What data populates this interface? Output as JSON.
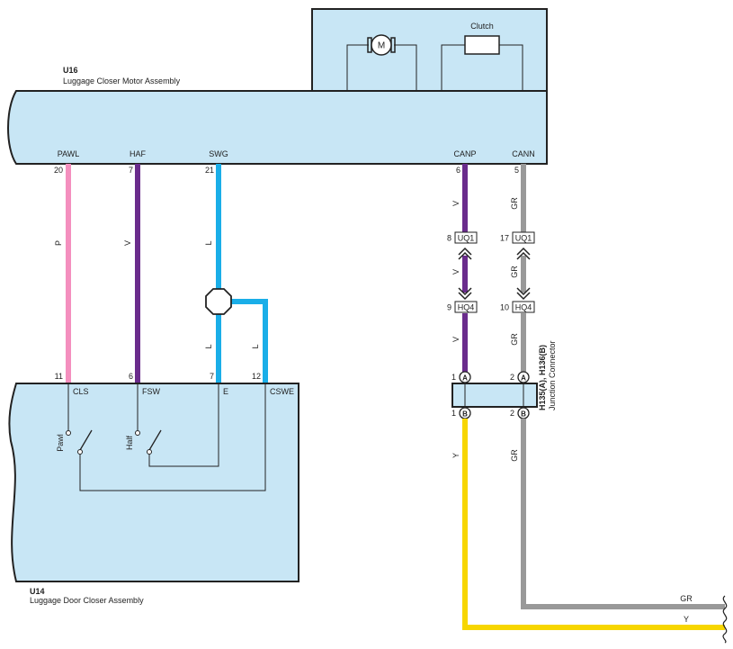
{
  "colors": {
    "fill": "#c8e6f5",
    "outline": "#222222",
    "wire_pink": "#f48fbe",
    "wire_violet": "#6a2c8c",
    "wire_blue": "#1aaee8",
    "wire_gray": "#999999",
    "wire_yellow": "#f7d600"
  },
  "u16": {
    "code": "U16",
    "name": "Luggage Closer Motor Assembly",
    "motor_label": "M",
    "clutch_label": "Clutch",
    "terminals": {
      "pawl": "PAWL",
      "haf": "HAF",
      "swg": "SWG",
      "canp": "CANP",
      "cann": "CANN"
    },
    "pins": {
      "pawl": "20",
      "haf": "7",
      "swg": "21",
      "canp": "6",
      "cann": "5"
    }
  },
  "u14": {
    "code": "U14",
    "name": "Luggage Door Closer Assembly",
    "terminals": {
      "cls": "CLS",
      "fsw": "FSW",
      "e": "E",
      "cswe": "CSWE"
    },
    "pins": {
      "cls": "11",
      "fsw": "6",
      "e": "7",
      "cswe": "12"
    },
    "switch_pawl": "Pawl",
    "switch_half": "Half"
  },
  "wire_colors": {
    "pawl": "P",
    "haf": "V",
    "swg_top": "L",
    "swg_left": "L",
    "swg_right": "L",
    "canp_1": "V",
    "canp_2": "V",
    "canp_3": "V",
    "cann_1": "GR",
    "cann_2": "GR",
    "cann_3": "GR",
    "bottom_y": "Y",
    "bottom_gr": "GR",
    "exit_gr": "GR",
    "exit_y": "Y"
  },
  "connectors": {
    "uq1": "UQ1",
    "hq4": "HQ4",
    "uq1_pin_canp": "8",
    "uq1_pin_cann": "17",
    "hq4_pin_canp": "9",
    "hq4_pin_cann": "10"
  },
  "junction": {
    "title": "H135(A), H136(B)",
    "subtitle": "Junction Connector",
    "letter_a": "A",
    "letter_b": "B",
    "pin_a_left": "1",
    "pin_a_right": "2",
    "pin_b_left": "1",
    "pin_b_right": "2"
  }
}
